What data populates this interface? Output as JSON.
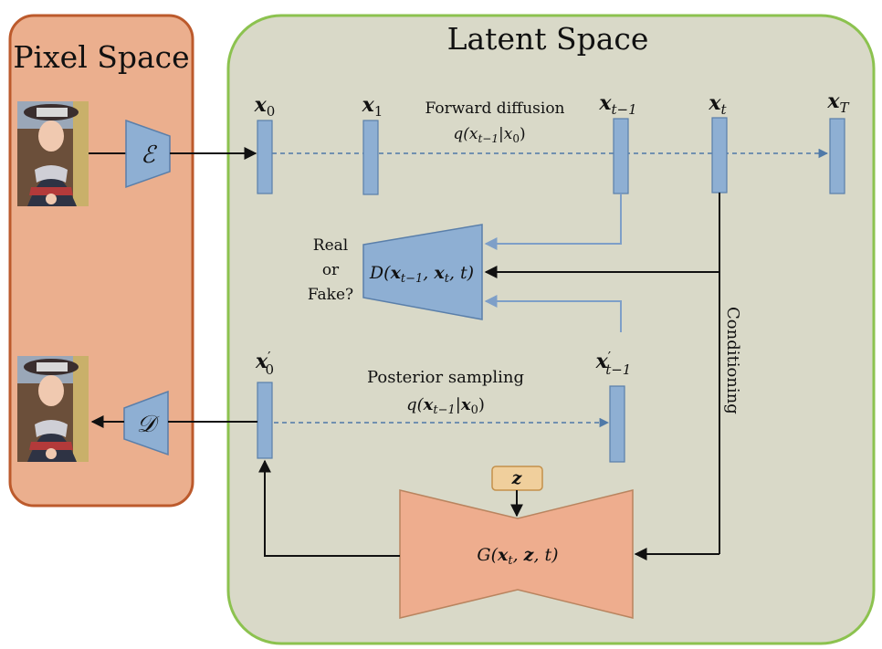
{
  "colors": {
    "pixel_panel_fill": "#EBAF8E",
    "pixel_panel_stroke": "#BC5A2C",
    "latent_panel_fill": "#D9D9C8",
    "latent_panel_stroke": "#8CC24F",
    "block_fill": "#8EAFD3",
    "block_stroke": "#5A7FAA",
    "generator_fill": "#EEAD8E",
    "generator_stroke": "#B9845F",
    "z_fill": "#F0CF9C",
    "z_stroke": "#C4904A",
    "dashed_arrow": "#4F79A8",
    "blue_line": "#7E9FC8"
  },
  "pixel_space": {
    "title": "Pixel Space",
    "encoder_label": "ℰ",
    "decoder_label": "𝒟",
    "input_image_icon": "portrait-photo",
    "output_image_icon": "portrait-photo"
  },
  "latent_space": {
    "title": "Latent Space",
    "forward": {
      "caption": "Forward diffusion",
      "q_main": "q(x",
      "q_sub": "t−1",
      "q_tail": "|x",
      "q_sub2": "0",
      "q_close": ")"
    },
    "latents": [
      {
        "base": "x",
        "sub": "0"
      },
      {
        "base": "x",
        "sub": "1"
      },
      {
        "base": "x",
        "sub": "t−1"
      },
      {
        "base": "x",
        "sub": "t"
      },
      {
        "base": "x",
        "sub": "T"
      }
    ],
    "discriminator": {
      "question_lines": [
        "Real",
        "or",
        "Fake?"
      ],
      "label_main": "D(",
      "label_x1": "x",
      "label_sub1": "t−1",
      "label_comma1": ", ",
      "label_x2": "x",
      "label_sub2": "t",
      "label_tail": ", t)"
    },
    "conditioning_label": "Conditioning",
    "posterior": {
      "caption": "Posterior sampling",
      "q_main": "q(",
      "q_x1": "x",
      "q_sub1": "t−1",
      "q_bar": "|",
      "q_x2": "x",
      "q_sub2": "0",
      "q_close": ")"
    },
    "x0_prime": {
      "base": "x",
      "prime": "′",
      "sub": "0"
    },
    "xt1_prime": {
      "base": "x",
      "prime": "′",
      "sub": "t−1"
    },
    "z_label": "z",
    "generator": {
      "label_main": "G(",
      "label_x": "x",
      "label_sub": "t",
      "label_comma": ", ",
      "label_z": "z",
      "label_tail": ", t)"
    }
  }
}
